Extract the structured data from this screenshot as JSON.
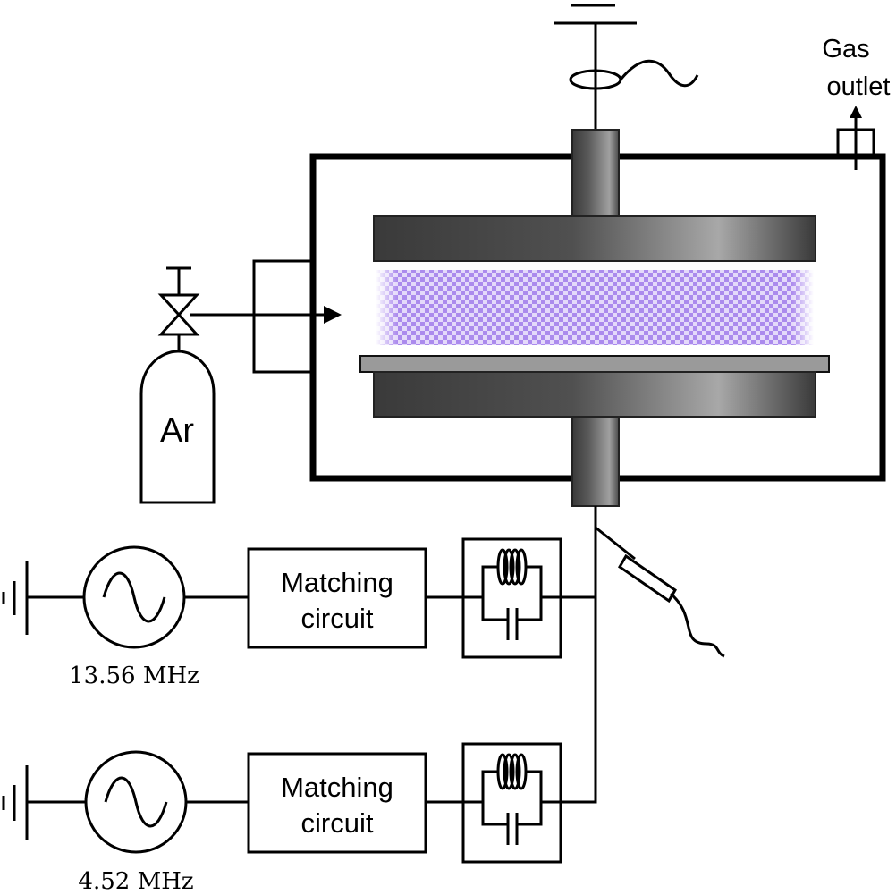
{
  "labels": {
    "gas_outlet_line1": "Gas",
    "gas_outlet_line2": "outlet",
    "argon": "Ar",
    "matching_upper_line1": "Matching",
    "matching_upper_line2": "circuit",
    "matching_lower_line1": "Matching",
    "matching_lower_line2": "circuit",
    "freq_upper": "13.56 MHz",
    "freq_lower": "4.52 MHz"
  },
  "colors": {
    "line": "#000000",
    "electrode_dark": "#3c3c3c",
    "electrode_light": "#a8a8a8",
    "substrate": "#9a9a9a",
    "plasma": "#8e63e6"
  }
}
